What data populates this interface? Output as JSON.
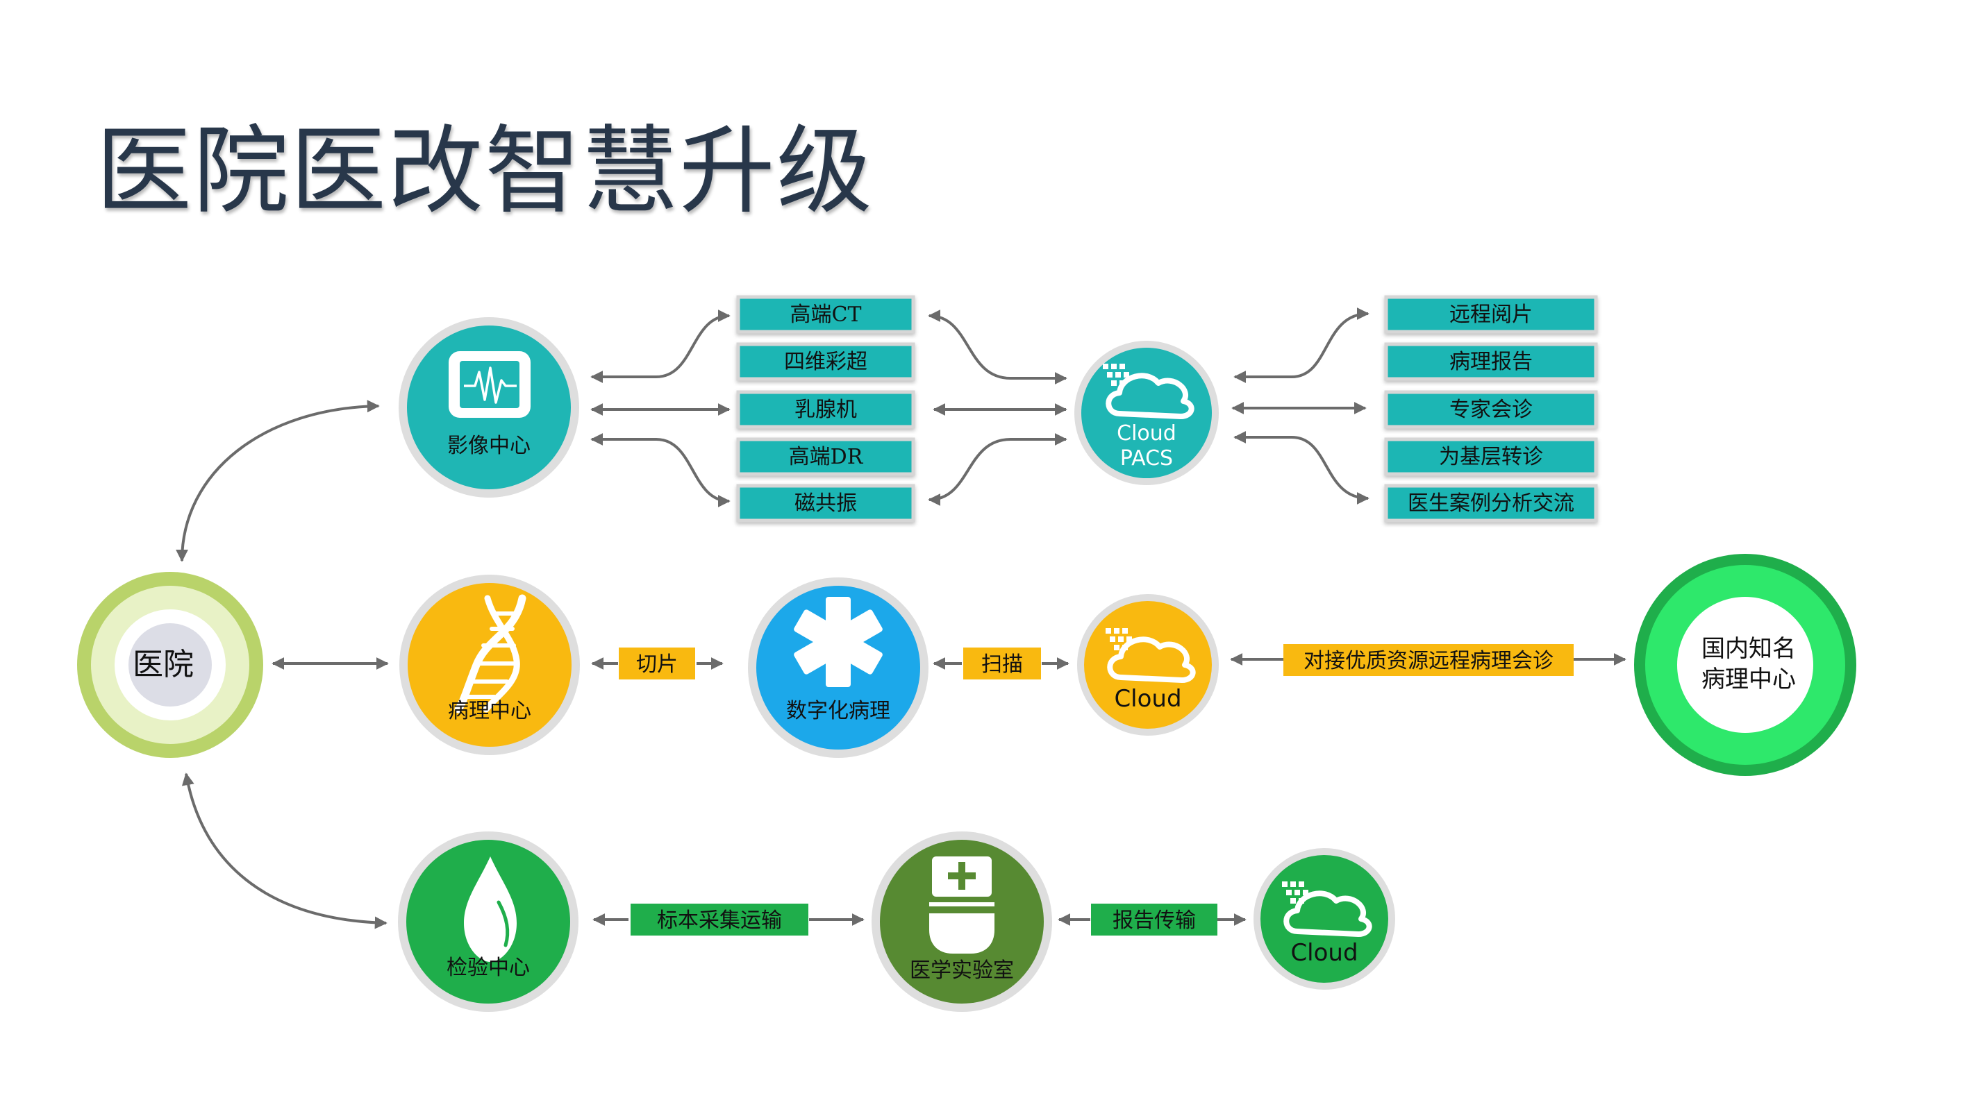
{
  "title": "医院医改智慧升级",
  "hospital": {
    "label": "医院"
  },
  "imaging": {
    "center_label": "影像中心",
    "devices": [
      "高端CT",
      "四维彩超",
      "乳腺机",
      "高端DR",
      "磁共振"
    ],
    "cloud_line1": "Cloud",
    "cloud_line2": "PACS",
    "services": [
      "远程阅片",
      "病理报告",
      "专家会诊",
      "为基层转诊",
      "医生案例分析交流"
    ]
  },
  "pathology": {
    "center_label": "病理中心",
    "step1": "切片",
    "digital_label": "数字化病理",
    "step2": "扫描",
    "cloud_label": "Cloud",
    "step3": "对接优质资源远程病理会诊",
    "expert_line1": "国内知名",
    "expert_line2": "病理中心"
  },
  "lab": {
    "center_label": "检验中心",
    "step1": "标本采集运输",
    "lab_label": "医学实验室",
    "step2": "报告传输",
    "cloud_label": "Cloud"
  },
  "colors": {
    "teal": "#1fb6b4",
    "yellow": "#f9b910",
    "blue": "#1ca8ea",
    "green": "#1fae4b",
    "olive": "#578a32",
    "lime_ring": "#b9d36a",
    "bright_green": "#2ee86b",
    "ring_gray": "#dedede"
  }
}
